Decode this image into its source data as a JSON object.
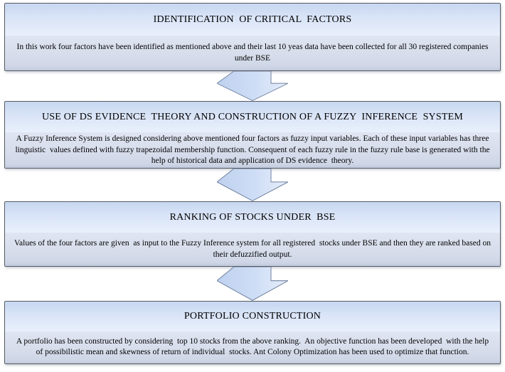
{
  "flowchart": {
    "steps": [
      {
        "title": "IDENTIFICATION  OF CRITICAL  FACTORS",
        "description": "In this work four factors have been identified as mentioned above and their last 10 yeas data have been collected for all 30 registered companies under BSE"
      },
      {
        "title": "USE OF DS EVIDENCE  THEORY AND CONSTRUCTION OF A FUZZY  INFERENCE  SYSTEM",
        "description": "A Fuzzy Inference System is designed considering above mentioned four factors as fuzzy input variables. Each of these input variables has three linguistic  values defined with fuzzy trapezoidal membership function. Consequent of each fuzzy rule in the fuzzy rule base is generated with the help of historical data and application of DS evidence  theory."
      },
      {
        "title": "RANKING OF STOCKS UNDER  BSE",
        "description": "Values of the four factors are given  as input to the Fuzzy Inference system for all registered  stocks under BSE and then they are ranked based on their defuzzified output."
      },
      {
        "title": "PORTFOLIO CONSTRUCTION",
        "description": "A portfolio has been constructed by considering  top 10 stocks from the above ranking.  An objective function has been developed  with the help of possibilistic mean and skewness of return of individual  stocks. Ant Colony Optimization has been used to optimize that function."
      }
    ],
    "connector_icon": "down-block-arrow",
    "colors": {
      "box_border": "#565b63",
      "title_gradient_top": "#c7d7f0",
      "title_gradient_bottom": "#e9f0fc",
      "body_gradient_top": "#e0e5f2",
      "body_gradient_bottom": "#c1cbdd",
      "arrow_fill_left": "#bed1ef",
      "arrow_fill_right": "#e6eefb",
      "arrow_stroke": "#7e8ea8",
      "text": "#000000",
      "background": "#ffffff"
    }
  }
}
